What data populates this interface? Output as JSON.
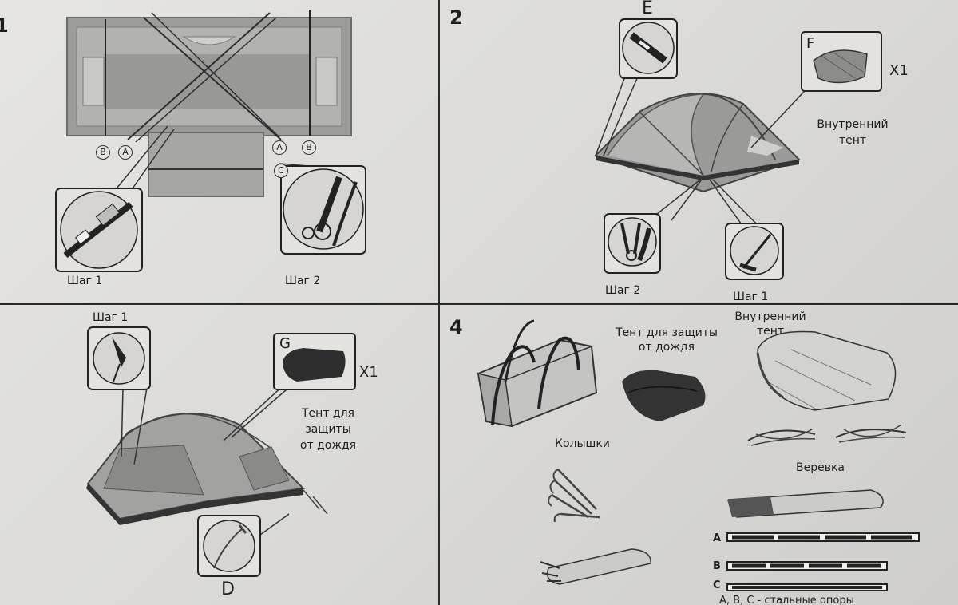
{
  "panels": [
    {
      "number": "1",
      "step1_label": "Шаг 1",
      "step2_label": "Шаг 2",
      "markers": [
        "B",
        "A",
        "A",
        "B",
        "C"
      ]
    },
    {
      "number": "2",
      "label_e": "E",
      "label_f": "F",
      "qty": "X1",
      "inner_tent_caption": "Внутренний\nтент",
      "step2_label": "Шаг 2",
      "step1_label": "Шаг 1"
    },
    {
      "number": "",
      "step1_label": "Шаг 1",
      "label_g": "G",
      "qty": "X1",
      "rainfly_caption": "Тент для\nзащиты\nот дождя",
      "label_d": "D"
    },
    {
      "number": "4",
      "rainfly_caption": "Тент для защиты\nот дождя",
      "inner_tent_caption": "Внутренний\nтент",
      "stakes_label": "Колышки",
      "rope_label": "Веревка",
      "pole_letters": [
        "A",
        "B",
        "C"
      ],
      "poles_caption": "A, B, C - стальные опоры"
    }
  ]
}
